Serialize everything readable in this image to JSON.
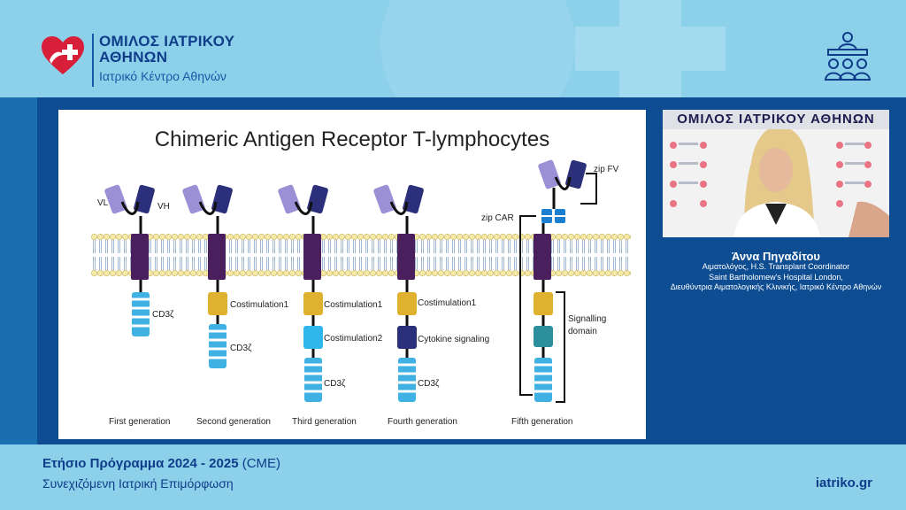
{
  "header": {
    "org_line1": "ΟΜΙΛΟΣ ΙΑΤΡΙΚΟΥ",
    "org_line2": "ΑΘΗΝΩΝ",
    "org_sub": "Ιατρικό Κέντρο Αθηνών"
  },
  "slide": {
    "title": "Chimeric Antigen Receptor T-lymphocytes",
    "labels": {
      "vl": "VL",
      "vh": "VH",
      "cd3z": "CD3ζ",
      "costim1": "Costimulation1",
      "costim2": "Costimulation2",
      "cytokine": "Cytokine signaling",
      "zip_fv": "zip FV",
      "zip_car": "zip CAR",
      "signalling": "Signalling",
      "domain": "domain"
    },
    "generations": [
      "First generation",
      "Second generation",
      "Third generation",
      "Fourth generation",
      "Fifth generation"
    ]
  },
  "video": {
    "banner": "ΟΜΙΛΟΣ ΙΑΤΡΙΚΟΥ ΑΘΗΝΩΝ"
  },
  "speaker": {
    "name": "Άννα Πηγαδίτου",
    "line1": "Αιματολόγος, H.S. Transplant Coordinator",
    "line2": "Saint Bartholomew's Hospital London,",
    "line3": "Διευθύντρια Αιματολογικής Κλινικής, Ιατρικό Κέντρο Αθηνών"
  },
  "footer": {
    "program": "Ετήσιο Πρόγραμμα 2024 - 2025",
    "cme": "(CME)",
    "subtitle": "Συνεχιζόμενη Ιατρική Επιμόρφωση",
    "website": "iatriko.gr"
  },
  "colors": {
    "header_bg": "#8dd0ea",
    "stage_bg": "#0e4d92",
    "brand_blue": "#0f3d8a",
    "logo_red": "#d81f3a",
    "receptor_purple": "#4a1f5e",
    "costim_gold": "#e0b12f",
    "costim2_cyan": "#2fb6ea",
    "cytokine_navy": "#2c2f7a",
    "cd3z_blue": "#3fb2e3"
  }
}
